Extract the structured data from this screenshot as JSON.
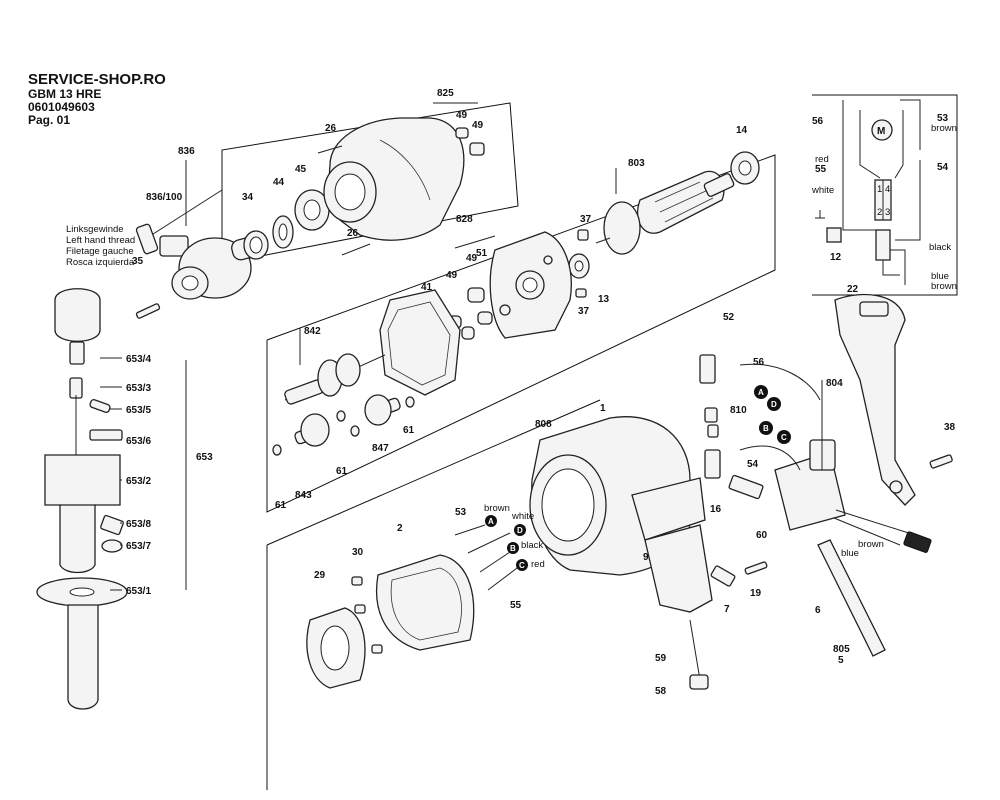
{
  "header": {
    "shop": "SERVICE-SHOP.RO",
    "model": "GBM 13 HRE",
    "part_no": "0601049603",
    "page": "Pag. 01"
  },
  "thread_note": [
    "Linksgewinde",
    "Left hand thread",
    "Filetage gauche",
    "Rosca izquierda"
  ],
  "labels": {
    "p825": "825",
    "p49a": "49",
    "p49b": "49",
    "p26a": "26",
    "p45": "45",
    "p44": "44",
    "p34": "34",
    "p26b": "26",
    "p836": "836",
    "p836_100": "836/100",
    "p35": "35",
    "p14": "14",
    "p803": "803",
    "p828": "828",
    "p37a": "37",
    "p37b": "37",
    "p13": "13",
    "p49c": "49",
    "p51": "51",
    "p41": "41",
    "p842": "842",
    "p61a": "61",
    "p61b": "61",
    "p61c": "61",
    "p847": "847",
    "p843": "843",
    "p56a": "56",
    "p53a": "53",
    "p55a": "55",
    "p54a": "54",
    "p12": "12",
    "p22": "22",
    "p52": "52",
    "p56b": "56",
    "p804": "804",
    "p810": "810",
    "p54b": "54",
    "p16": "16",
    "p60": "60",
    "p38": "38",
    "p1": "1",
    "p808": "808",
    "p9": "9",
    "p7": "7",
    "p19": "19",
    "p6": "6",
    "p805": "805",
    "p5": "5",
    "p59": "59",
    "p58": "58",
    "p53b": "53",
    "p55b": "55",
    "p2": "2",
    "p30": "30",
    "p29": "29",
    "p653_4": "653/4",
    "p653_3": "653/3",
    "p653_5": "653/5",
    "p653_6": "653/6",
    "p653": "653",
    "p653_2": "653/2",
    "p653_8": "653/8",
    "p653_7": "653/7",
    "p653_1": "653/1"
  },
  "wiring": {
    "brown_top": "brown",
    "red": "red",
    "white": "white",
    "black": "black",
    "blue": "blue",
    "brown_bottom": "brown",
    "motor": "M",
    "sw1": "1",
    "sw4": "4",
    "sw2": "2",
    "sw3": "3"
  },
  "connectors": {
    "A": "A",
    "B": "B",
    "C": "C",
    "D": "D",
    "brown": "brown",
    "white": "white",
    "black": "black",
    "red": "red",
    "blue_lead": "blue",
    "brown_lead": "brown"
  }
}
